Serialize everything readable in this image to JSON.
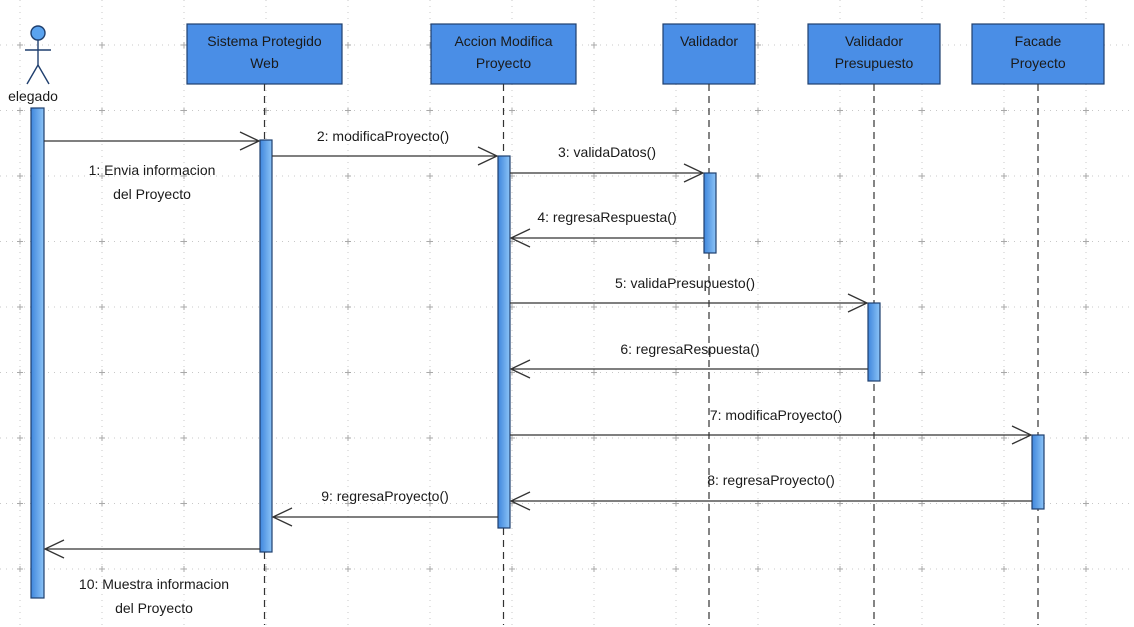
{
  "actor": {
    "label": "elegado",
    "icon": "stick-figure-icon"
  },
  "lifelines": [
    {
      "id": "sistema",
      "line1": "Sistema Protegido",
      "line2": "Web"
    },
    {
      "id": "accion",
      "line1": "Accion Modifica",
      "line2": "Proyecto"
    },
    {
      "id": "validador",
      "line1": "Validador",
      "line2": ""
    },
    {
      "id": "validador-presupuesto",
      "line1": "Validador",
      "line2": "Presupuesto"
    },
    {
      "id": "facade",
      "line1": "Facade",
      "line2": "Proyecto"
    }
  ],
  "messages": [
    {
      "line1": "1: Envia informacion",
      "line2": "del Proyecto",
      "from": "actor",
      "to": "sistema",
      "kind": "call"
    },
    {
      "line1": "2: modificaProyecto()",
      "line2": "",
      "from": "sistema",
      "to": "accion",
      "kind": "call"
    },
    {
      "line1": "3: validaDatos()",
      "line2": "",
      "from": "accion",
      "to": "validador",
      "kind": "call"
    },
    {
      "line1": "4: regresaRespuesta()",
      "line2": "",
      "from": "validador",
      "to": "accion",
      "kind": "return"
    },
    {
      "line1": "5: validaPresupuesto()",
      "line2": "",
      "from": "accion",
      "to": "validador-presupuesto",
      "kind": "call"
    },
    {
      "line1": "6: regresaRespuesta()",
      "line2": "",
      "from": "validador-presupuesto",
      "to": "accion",
      "kind": "return"
    },
    {
      "line1": "7: modificaProyecto()",
      "line2": "",
      "from": "accion",
      "to": "facade",
      "kind": "call"
    },
    {
      "line1": "8: regresaProyecto()",
      "line2": "",
      "from": "facade",
      "to": "accion",
      "kind": "return"
    },
    {
      "line1": "9: regresaProyecto()",
      "line2": "",
      "from": "accion",
      "to": "sistema",
      "kind": "return"
    },
    {
      "line1": "10: Muestra informacion",
      "line2": "del Proyecto",
      "from": "sistema",
      "to": "actor",
      "kind": "return"
    }
  ],
  "colors": {
    "header_fill": "#4a8ee6",
    "activation_fill": "#5aa3ef",
    "outline": "#1f3f6e",
    "line": "#333333",
    "grid": "#c8c8c8"
  }
}
